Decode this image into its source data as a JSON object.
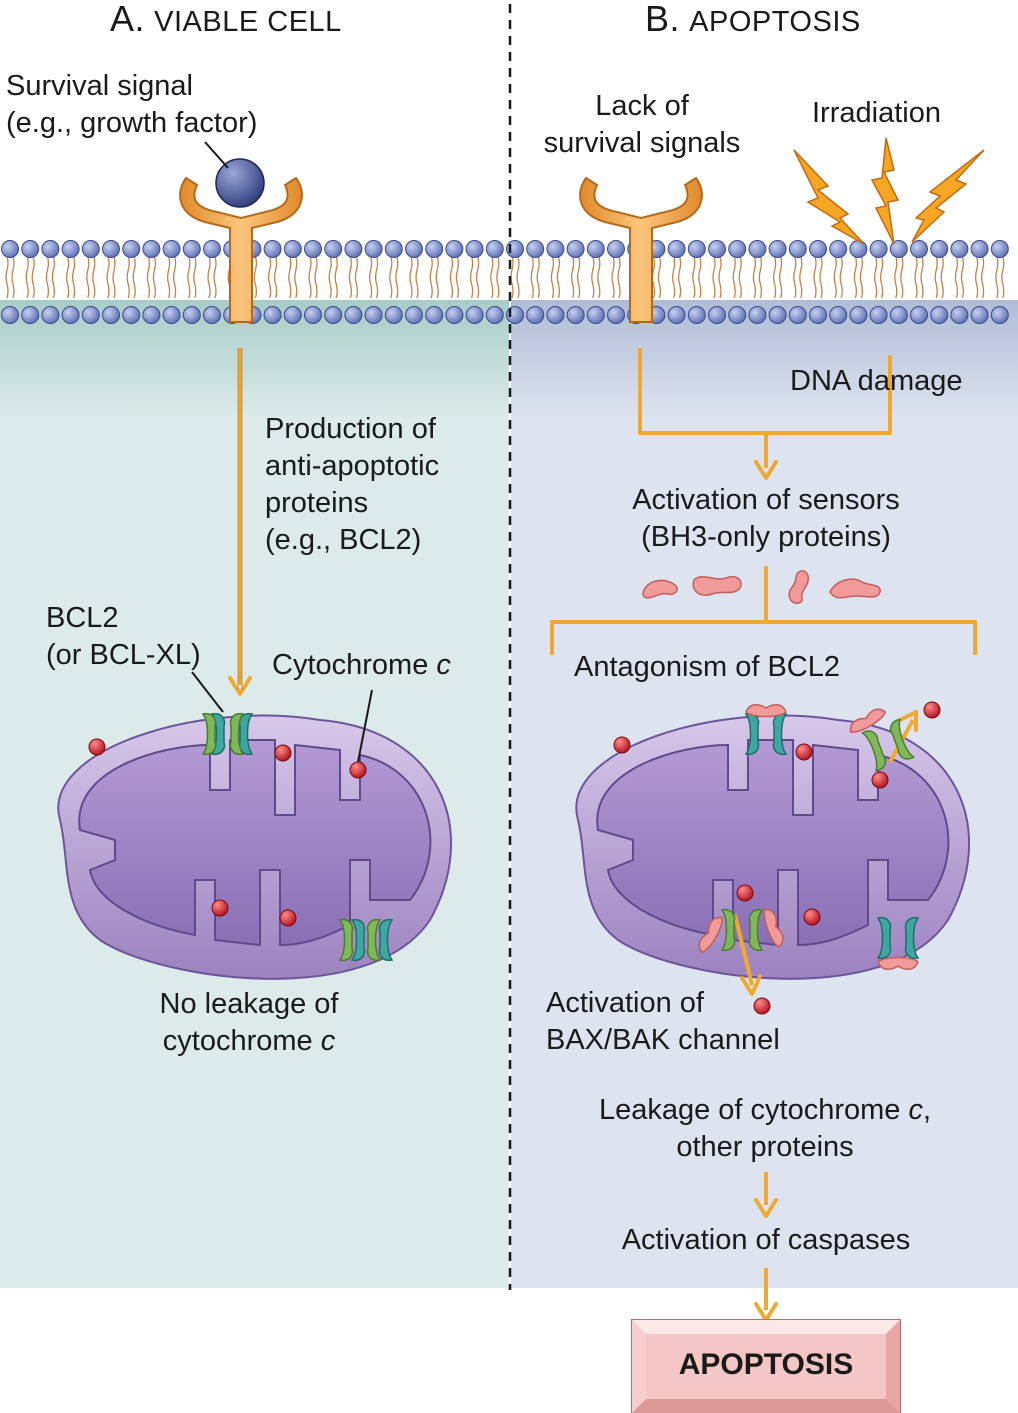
{
  "panel_a": {
    "title_letter": "A.",
    "title_text": "VIABLE CELL",
    "survival_signal": [
      "Survival signal",
      "(e.g., growth factor)"
    ],
    "production": [
      "Production of",
      "anti-apoptotic",
      "proteins",
      "(e.g., BCL2)"
    ],
    "bcl2": [
      "BCL2",
      "(or BCL-XL)"
    ],
    "cytochrome_label": "Cytochrome",
    "cytochrome_italic": "c",
    "no_leakage": [
      "No leakage of",
      "cytochrome"
    ],
    "no_leakage_italic": "c"
  },
  "panel_b": {
    "title_letter": "B.",
    "title_text": "APOPTOSIS",
    "lack_signals": [
      "Lack of",
      "survival signals"
    ],
    "irradiation": "Irradiation",
    "dna_damage": "DNA damage",
    "activation_sensors": [
      "Activation of sensors",
      "(BH3-only proteins)"
    ],
    "antagonism": "Antagonism of BCL2",
    "bax_bak": [
      "Activation of",
      "BAX/BAK channel"
    ],
    "leakage_line1": "Leakage of cytochrome",
    "leakage_italic": "c",
    "leakage_line1_end": ",",
    "leakage_line2": "other proteins",
    "caspases": "Activation of caspases",
    "apoptosis_box": "APOPTOSIS"
  },
  "colors": {
    "panel_a_bg": "#dcebe9",
    "panel_b_bg": "#dde3ef",
    "arrow": "#f0a830",
    "receptor": "#f2a54a",
    "lipid_head": "#7d8fcf",
    "mitochondrion": "#a58bc6",
    "bcl2_channel": "#3fa7a3",
    "bax_channel": "#7fb85a",
    "bh3_protein": "#f09a9a",
    "cytochrome": "#d42030",
    "apoptosis_box": "#f6c8c8"
  }
}
